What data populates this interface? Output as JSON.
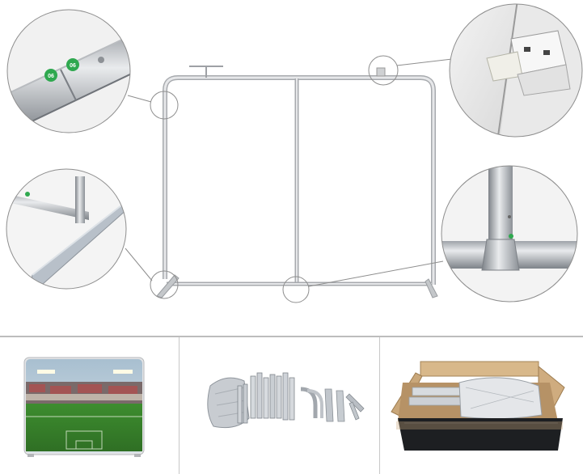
{
  "product_photo": {
    "top_panel": {
      "callouts": [
        {
          "name": "tube-joint-detail",
          "badge_labels": [
            "06",
            "06"
          ]
        },
        {
          "name": "clip-bracket-detail"
        },
        {
          "name": "foot-base-detail"
        },
        {
          "name": "t-connector-detail"
        }
      ]
    },
    "bottom_panels": [
      {
        "name": "stadium-display-preview"
      },
      {
        "name": "parts-kit-preview"
      },
      {
        "name": "packaged-box-preview"
      }
    ],
    "colors": {
      "frame": "#d9dadc",
      "frame_outline": "#a9abae",
      "badge_green": "#2fa84f",
      "grass": "#3f8a2e",
      "box": "#c9a77a"
    }
  }
}
